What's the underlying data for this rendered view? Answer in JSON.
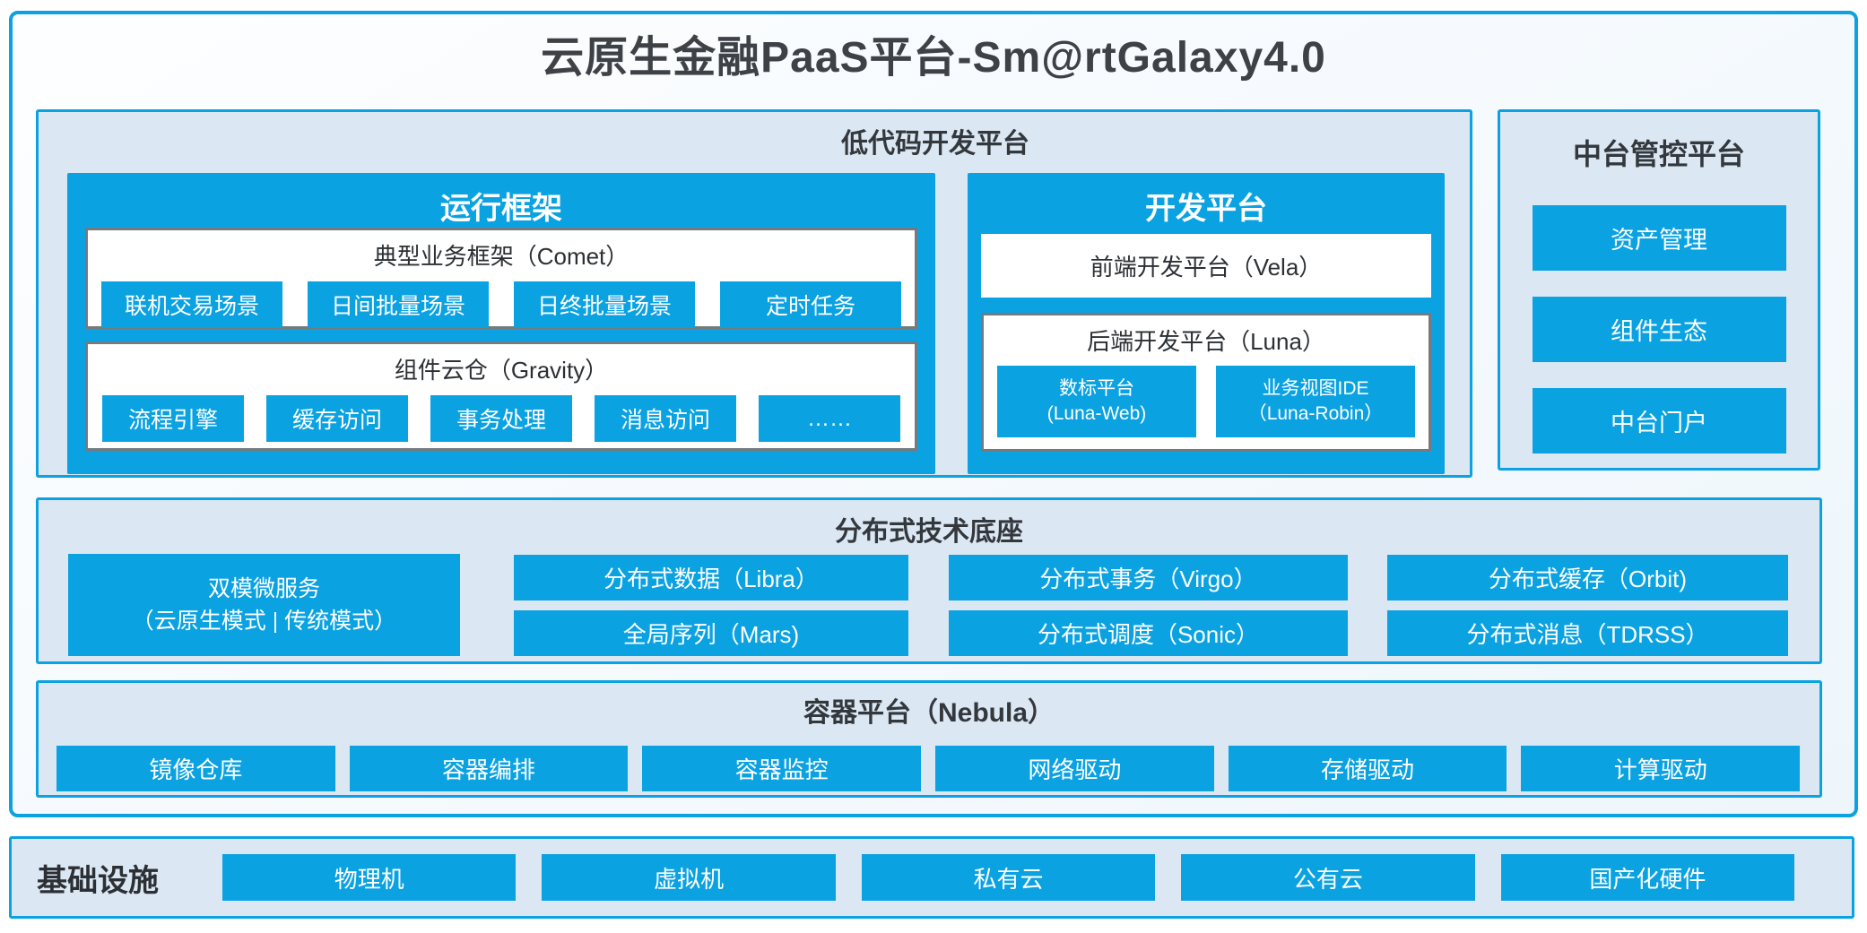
{
  "title": "云原生金融PaaS平台-Sm@rtGalaxy4.0",
  "colors": {
    "accent_blue": "#0ba2e2",
    "panel_background": "#dce7f4",
    "dark_text": "#33383d",
    "gray_box_border": "#76797d"
  },
  "low_code": {
    "title": "低代码开发平台",
    "runtime": {
      "title": "运行框架",
      "comet": {
        "title": "典型业务框架（Comet）",
        "items": [
          "联机交易场景",
          "日间批量场景",
          "日终批量场景",
          "定时任务"
        ]
      },
      "gravity": {
        "title": "组件云仓（Gravity）",
        "items": [
          "流程引擎",
          "缓存访问",
          "事务处理",
          "消息访问",
          "……"
        ]
      }
    },
    "dev": {
      "title": "开发平台",
      "vela": "前端开发平台（Vela）",
      "luna": {
        "title": "后端开发平台（Luna）",
        "items": [
          {
            "line1": "数标平台",
            "line2": "(Luna-Web)"
          },
          {
            "line1": "业务视图IDE",
            "line2": "（Luna-Robin）"
          }
        ]
      }
    }
  },
  "mid_platform": {
    "title": "中台管控平台",
    "items": [
      "资产管理",
      "组件生态",
      "中台门户"
    ]
  },
  "distributed": {
    "title": "分布式技术底座",
    "dual_mode": {
      "line1": "双模微服务",
      "line2": "（云原生模式 | 传统模式）"
    },
    "cells": {
      "libra": "分布式数据（Libra）",
      "virgo": "分布式事务（Virgo）",
      "orbit": "分布式缓存（Orbit)",
      "mars": "全局序列（Mars)",
      "sonic": "分布式调度（Sonic）",
      "tdrss": "分布式消息（TDRSS）"
    }
  },
  "container_platform": {
    "title": "容器平台（Nebula）",
    "items": [
      "镜像仓库",
      "容器编排",
      "容器监控",
      "网络驱动",
      "存储驱动",
      "计算驱动"
    ]
  },
  "infrastructure": {
    "title": "基础设施",
    "items": [
      "物理机",
      "虚拟机",
      "私有云",
      "公有云",
      "国产化硬件"
    ]
  }
}
